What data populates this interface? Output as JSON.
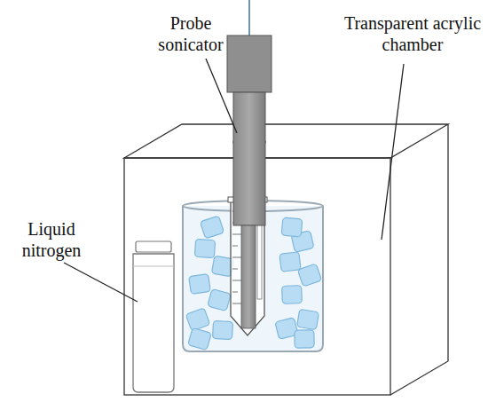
{
  "diagram": {
    "labels": [
      "Probe sonicator",
      "Transparent acrylic chamber",
      "Liquid nitrogen"
    ]
  }
}
